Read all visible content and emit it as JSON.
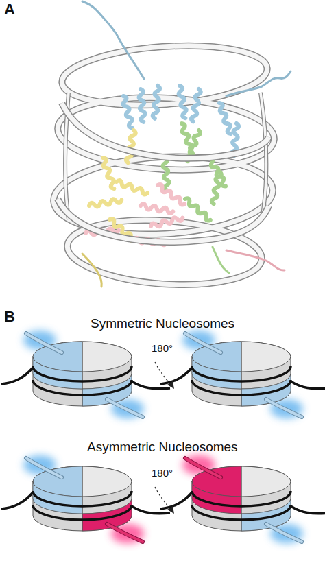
{
  "diagram": {
    "labels": [
      "A",
      "B",
      "Symmetric Nucleosomes",
      "180°",
      "Asymmetric Nucleosomes",
      "180°"
    ]
  }
}
